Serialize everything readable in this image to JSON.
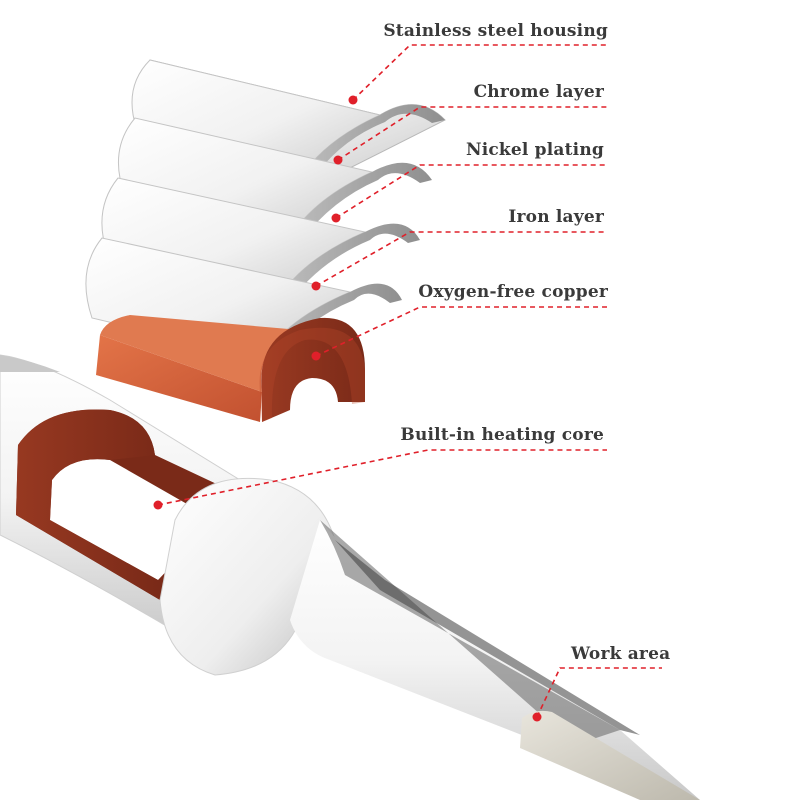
{
  "labels": {
    "stainless_steel_housing": "Stainless steel housing",
    "chrome_layer": "Chrome layer",
    "nickel_plating": "Nickel plating",
    "iron_layer": "Iron layer",
    "oxygen_free_copper": "Oxygen-free copper",
    "heating_core": "Built-in heating core",
    "work_area": "Work area"
  },
  "colors": {
    "leader_line": "#e0202a",
    "label_text": "#3a3a3a",
    "shell": "#f2f2f2",
    "copper": "#d45f3a",
    "copper_dark": "#7a2a1a",
    "tip": "#d9d6cc"
  }
}
